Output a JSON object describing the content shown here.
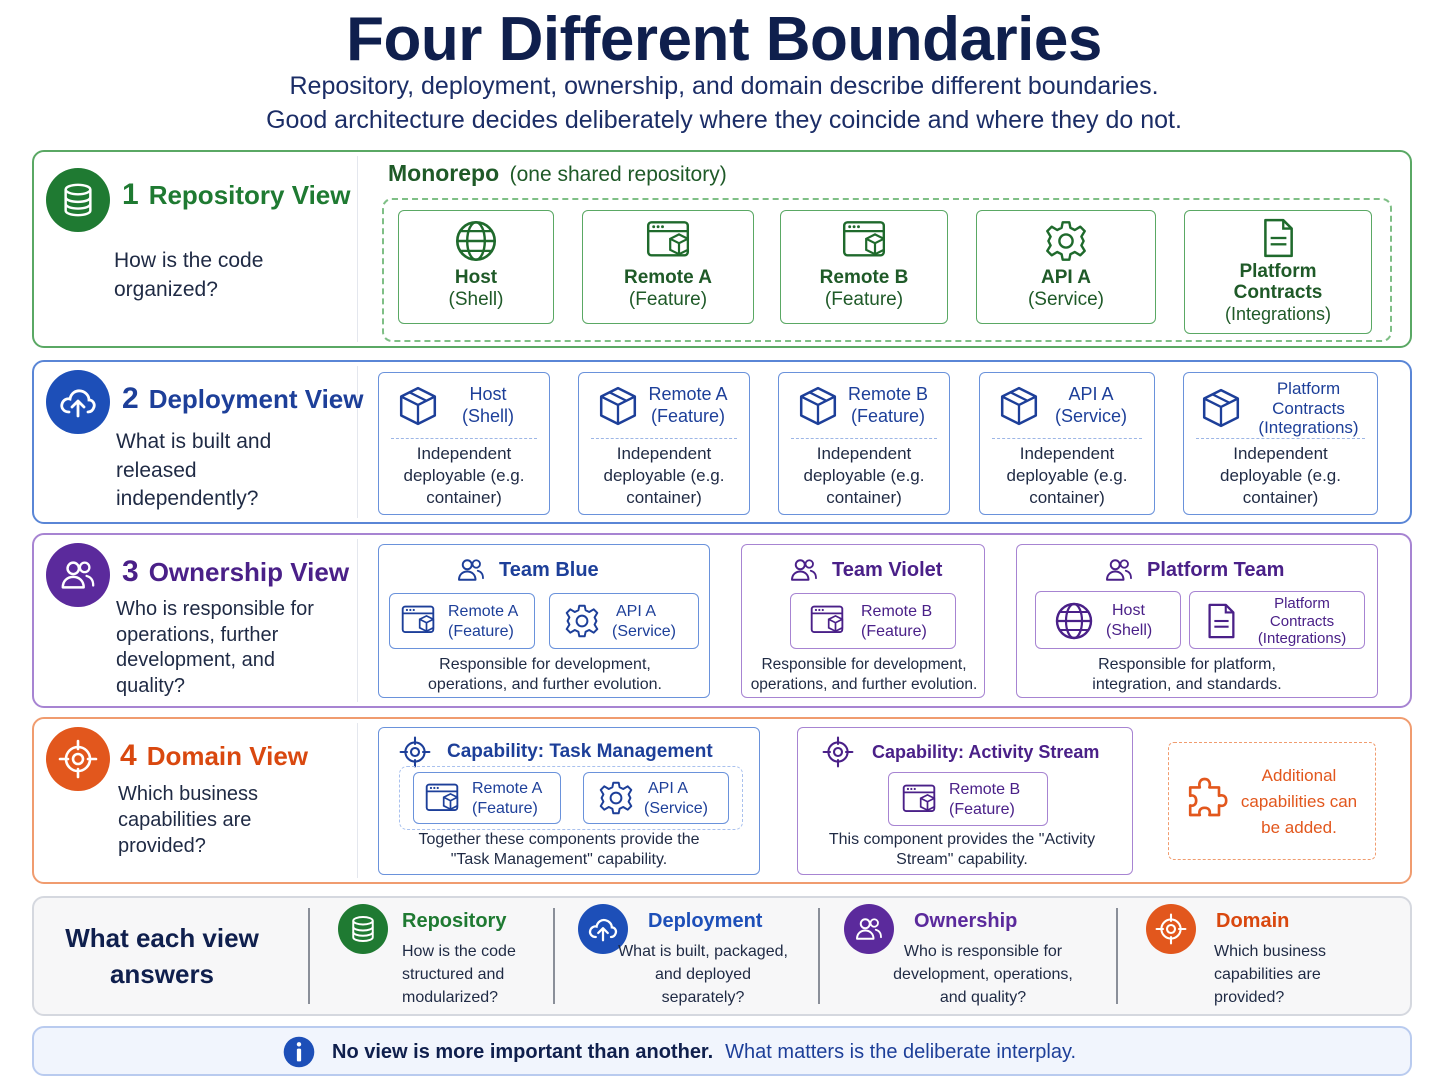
{
  "title": "Four Different Boundaries",
  "subtitle_line1": "Repository, deployment, ownership, and domain describe different boundaries.",
  "subtitle_line2": "Good architecture decides deliberately where they coincide and where they do not.",
  "colors": {
    "repository": "#1f7a32",
    "deployment": "#1d4fb8",
    "ownership": "#5b2a9c",
    "domain": "#e2571d"
  },
  "repository": {
    "number": "1",
    "name": "Repository View",
    "question": "How is the code organized?",
    "monorepo_label": "Monorepo",
    "monorepo_note": "(one shared repository)",
    "items": [
      {
        "icon": "globe-icon",
        "title": "Host",
        "sub": "(Shell)"
      },
      {
        "icon": "window-package-icon",
        "title": "Remote A",
        "sub": "(Feature)"
      },
      {
        "icon": "window-package-icon",
        "title": "Remote B",
        "sub": "(Feature)"
      },
      {
        "icon": "gear-icon",
        "title": "API A",
        "sub": "(Service)"
      },
      {
        "icon": "document-icon",
        "title": "Platform Contracts",
        "sub": "(Integrations)"
      }
    ]
  },
  "deployment": {
    "number": "2",
    "name": "Deployment View",
    "question": "What is built and released independently?",
    "items": [
      {
        "title": "Host",
        "sub": "(Shell)",
        "desc": "Independent deployable (e.g. container)"
      },
      {
        "title": "Remote A",
        "sub": "(Feature)",
        "desc": "Independent deployable (e.g. container)"
      },
      {
        "title": "Remote B",
        "sub": "(Feature)",
        "desc": "Independent deployable (e.g. container)"
      },
      {
        "title": "API A",
        "sub": "(Service)",
        "desc": "Independent deployable (e.g. container)"
      },
      {
        "title": "Platform Contracts",
        "sub": "(Integrations)",
        "desc": "Independent deployable (e.g. container)"
      }
    ]
  },
  "ownership": {
    "number": "3",
    "name": "Ownership View",
    "question": "Who is responsible for operations, further development, and quality?",
    "teams": [
      {
        "name": "Team Blue",
        "items": [
          {
            "title": "Remote A",
            "sub": "(Feature)"
          },
          {
            "title": "API A",
            "sub": "(Service)"
          }
        ],
        "desc": "Responsible for development, operations, and further evolution."
      },
      {
        "name": "Team Violet",
        "items": [
          {
            "title": "Remote B",
            "sub": "(Feature)"
          }
        ],
        "desc": "Responsible for development, operations, and further evolution."
      },
      {
        "name": "Platform Team",
        "items": [
          {
            "title": "Host",
            "sub": "(Shell)"
          },
          {
            "title": "Platform Contracts",
            "sub": "(Integrations)"
          }
        ],
        "desc": "Responsible for platform, integration, and standards."
      }
    ]
  },
  "domain": {
    "number": "4",
    "name": "Domain View",
    "question": "Which business capabilities are provided?",
    "capabilities": [
      {
        "name": "Capability: Task Management",
        "items": [
          {
            "title": "Remote A",
            "sub": "(Feature)"
          },
          {
            "title": "API A",
            "sub": "(Service)"
          }
        ],
        "desc": "Together these components provide the \"Task Management\" capability."
      },
      {
        "name": "Capability: Activity Stream",
        "items": [
          {
            "title": "Remote B",
            "sub": "(Feature)"
          }
        ],
        "desc": "This component provides the \"Activity Stream\" capability."
      }
    ],
    "additional": "Additional capabilities can be added."
  },
  "summary": {
    "heading": "What each view answers",
    "items": [
      {
        "title": "Repository",
        "text": "How is the code structured and modularized?"
      },
      {
        "title": "Deployment",
        "text": "What is built, packaged, and deployed separately?"
      },
      {
        "title": "Ownership",
        "text": "Who is responsible for development, operations, and quality?"
      },
      {
        "title": "Domain",
        "text": "Which business capabilities are provided?"
      }
    ]
  },
  "note": {
    "bold": "No view is more important than another.",
    "rest": "What matters is the deliberate interplay."
  }
}
